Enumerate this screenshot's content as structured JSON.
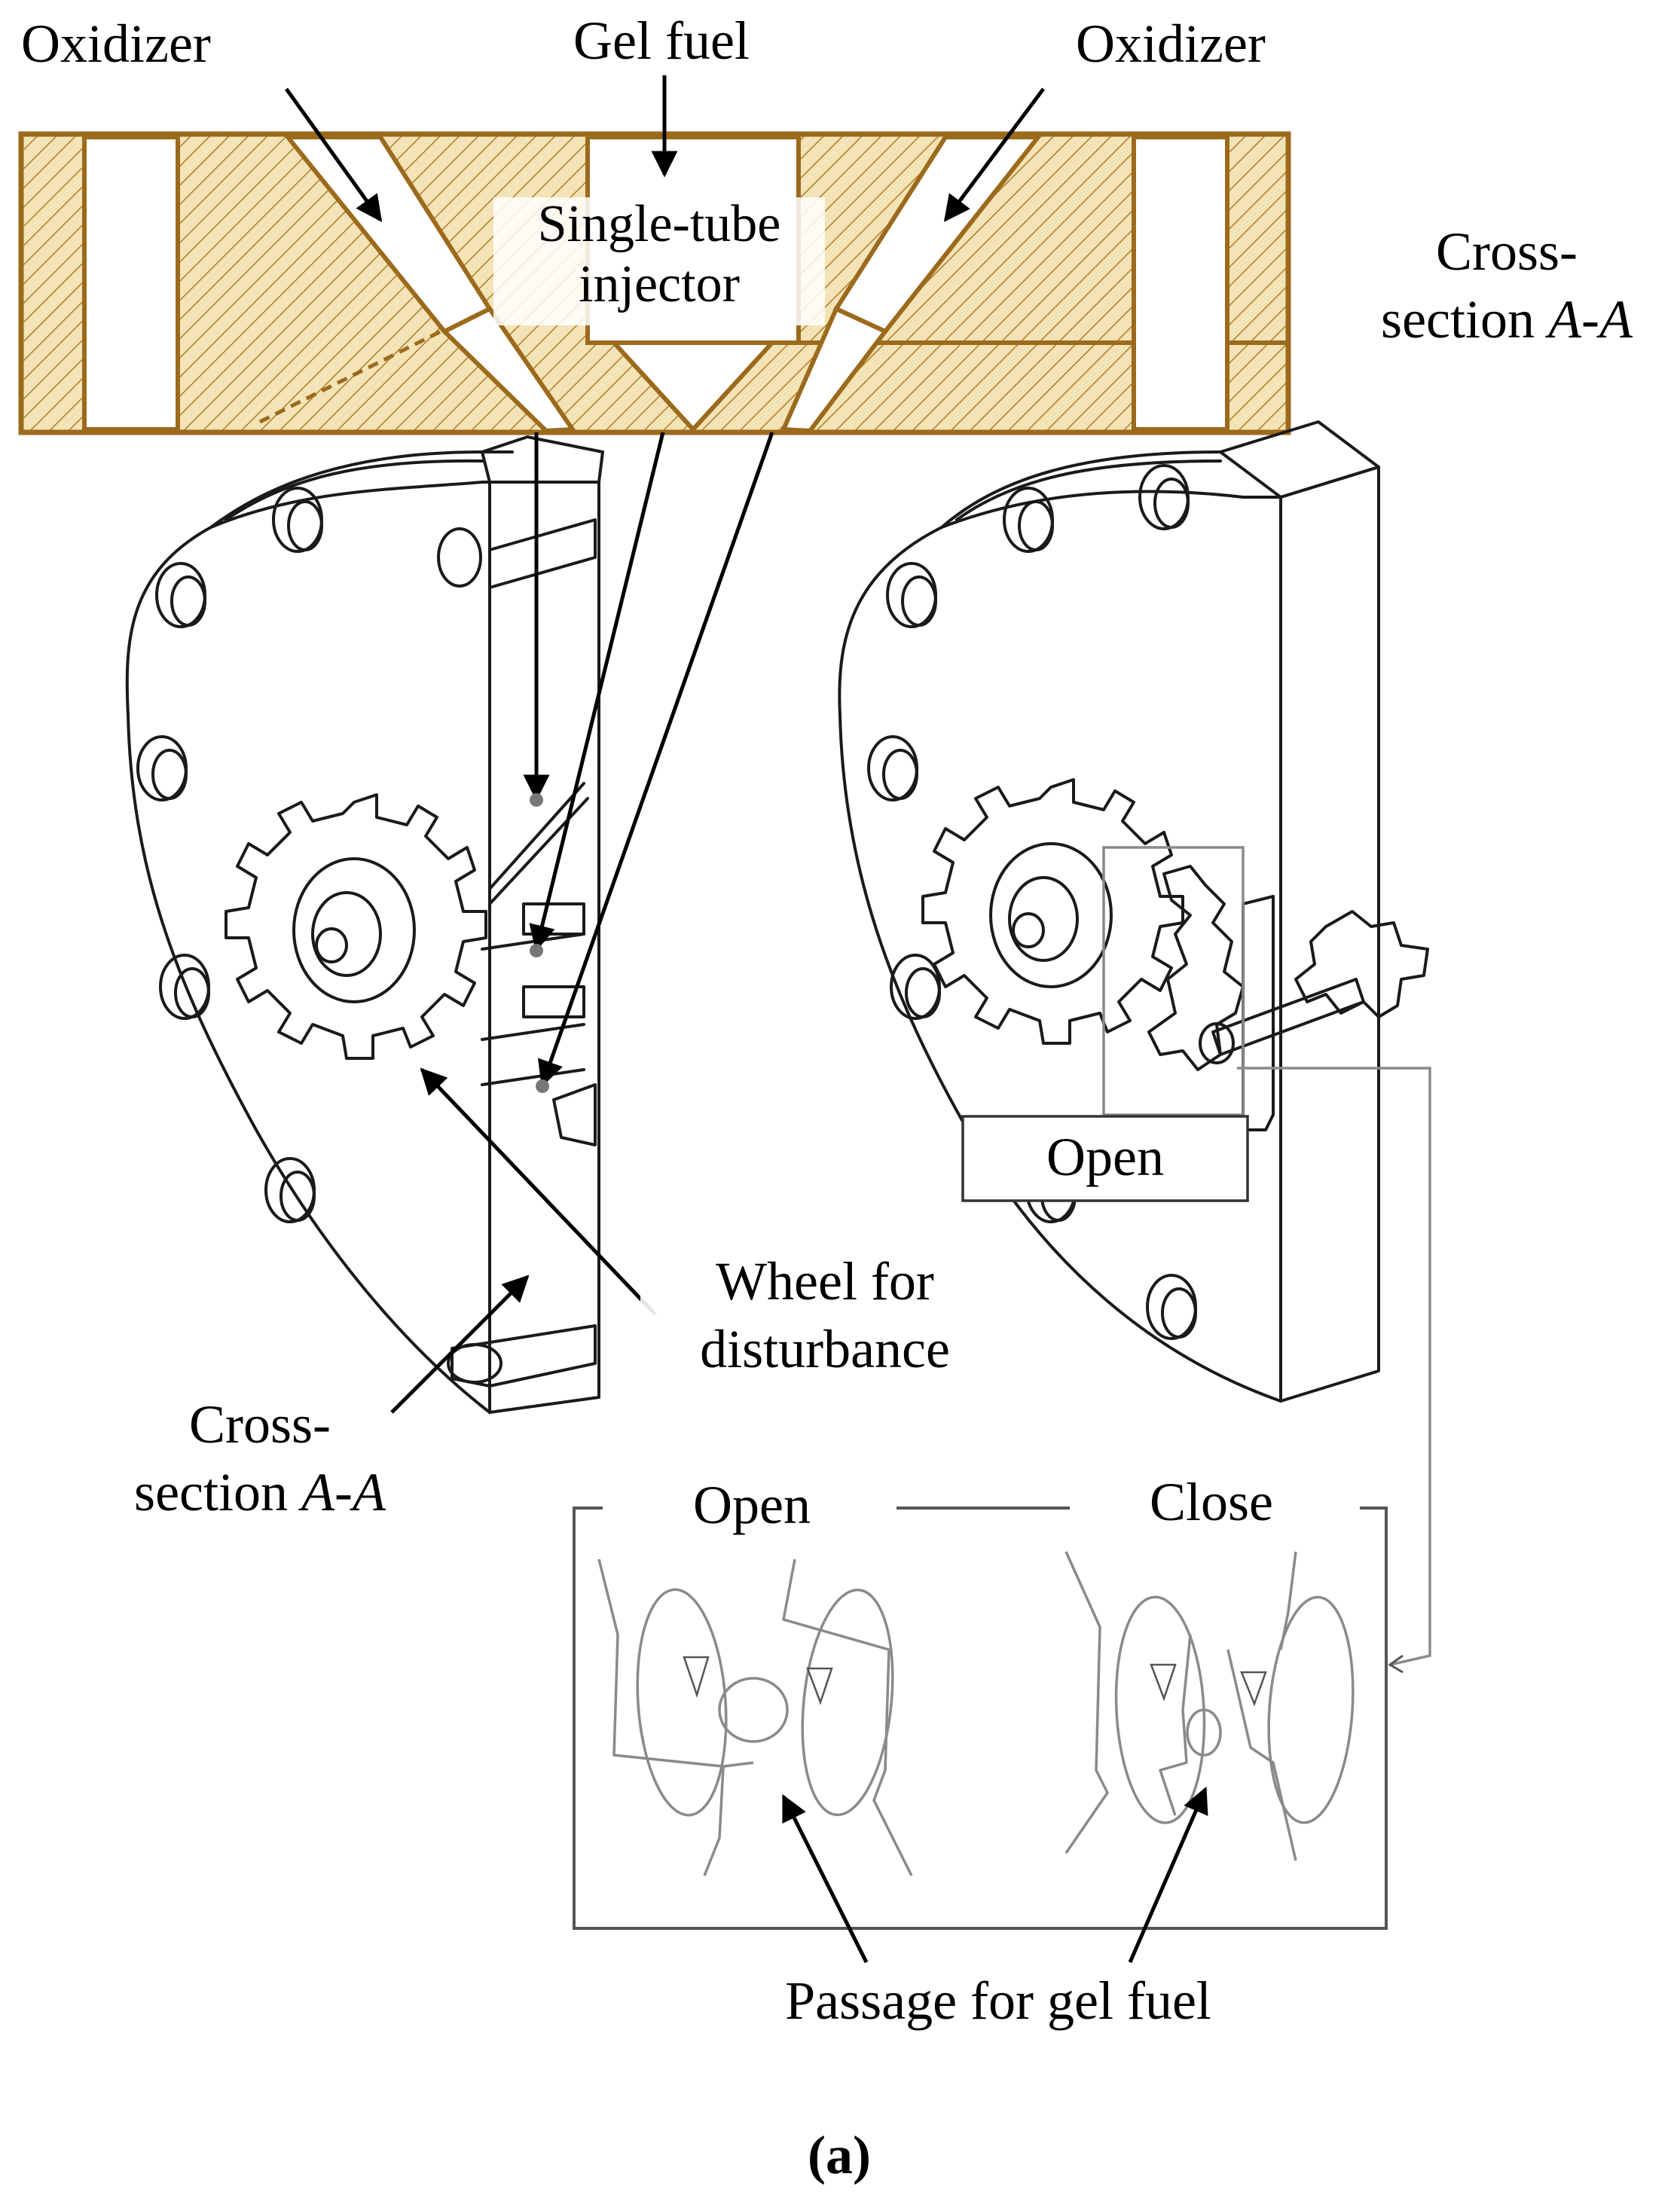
{
  "labels": {
    "oxidizer_left": "Oxidizer",
    "gel_fuel": "Gel fuel",
    "oxidizer_right": "Oxidizer",
    "injector_line1": "Single-tube",
    "injector_line2": "injector",
    "cross_section_top_line1": "Cross-",
    "cross_section_top_line2_prefix": "section ",
    "cross_section_top_line2_italic": "A-A",
    "cross_section_bottom_line1": "Cross-",
    "cross_section_bottom_line2_prefix": "section ",
    "cross_section_bottom_line2_italic": "A-A",
    "wheel_line1": "Wheel for",
    "wheel_line2": "disturbance",
    "open_box": "Open",
    "inset_open": "Open",
    "inset_close": "Close",
    "passage": "Passage for gel fuel",
    "panel_label": "(a)"
  },
  "colors": {
    "injector_outline": "#9c6a1c",
    "injector_fill": "#f1dfae",
    "injector_hatch": "#b07c2a",
    "ink": "#1a1a1a",
    "inset_gray": "#8a8a8a"
  }
}
